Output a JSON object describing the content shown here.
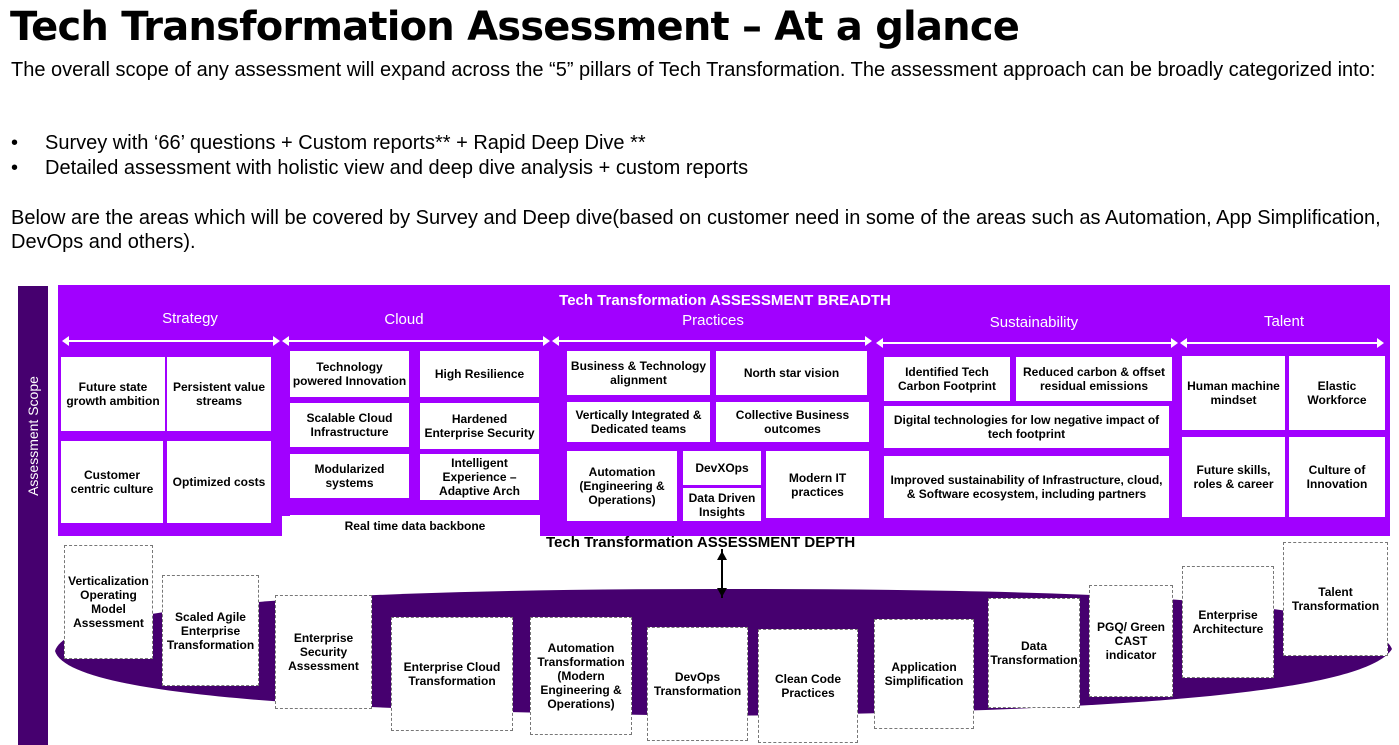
{
  "title": "Tech Transformation Assessment – At a glance",
  "intro": "The overall scope of any assessment will expand across the “5” pillars of Tech Transformation. The assessment approach can be broadly categorized into:",
  "bullets": [
    "Survey with ‘66’ questions + Custom reports**  + Rapid Deep Dive **",
    "Detailed assessment with holistic view and deep dive analysis + custom reports"
  ],
  "bullet_glyph": "•",
  "below_text": "Below are the areas which will be covered by Survey and Deep dive(based on customer need in some of the areas such as Automation, App Simplification, DevOps and others).",
  "diagram": {
    "scope_label": "Assessment Scope",
    "breadth_title": "Tech Transformation ASSESSMENT BREADTH",
    "depth_title": "Tech Transformation ASSESSMENT DEPTH",
    "colors": {
      "purple": "#a100ff",
      "dark_purple": "#46006f"
    },
    "pillars": [
      "Strategy",
      "Cloud",
      "Practices",
      "Sustainability",
      "Talent"
    ],
    "strategy": [
      "Future state growth ambition",
      "Persistent value streams",
      "Customer centric culture",
      "Optimized costs"
    ],
    "cloud": [
      "Technology powered Innovation",
      "High Resilience",
      "Scalable Cloud Infrastructure",
      "Hardened Enterprise Security",
      "Modularized systems",
      "Intelligent Experience – Adaptive Arch",
      "Real time data backbone"
    ],
    "practices": [
      "Business & Technology alignment",
      "North star vision",
      "Vertically Integrated & Dedicated teams",
      "Collective Business outcomes",
      "Automation (Engineering & Operations)",
      "DevXOps",
      "Data Driven Insights",
      "Modern IT practices"
    ],
    "sustainability": [
      "Identified Tech Carbon Footprint",
      "Reduced carbon & offset residual emissions",
      "Digital technologies for low negative impact of tech footprint",
      "Improved sustainability of Infrastructure, cloud, & Software ecosystem, including partners"
    ],
    "talent": [
      "Human machine mindset",
      "Elastic Workforce",
      "Future skills, roles & career",
      "Culture of Innovation"
    ],
    "depth": [
      "Verticalization Operating Model Assessment",
      "Scaled Agile Enterprise Transformation",
      "Enterprise Security Assessment",
      "Enterprise Cloud Transformation",
      "Automation Transformation (Modern Engineering & Operations)",
      "DevOps Transformation",
      "Clean Code Practices",
      "Application Simplification",
      "Data Transformation",
      "PGQ/ Green CAST indicator",
      "Enterprise Architecture",
      "Talent Transformation"
    ]
  }
}
